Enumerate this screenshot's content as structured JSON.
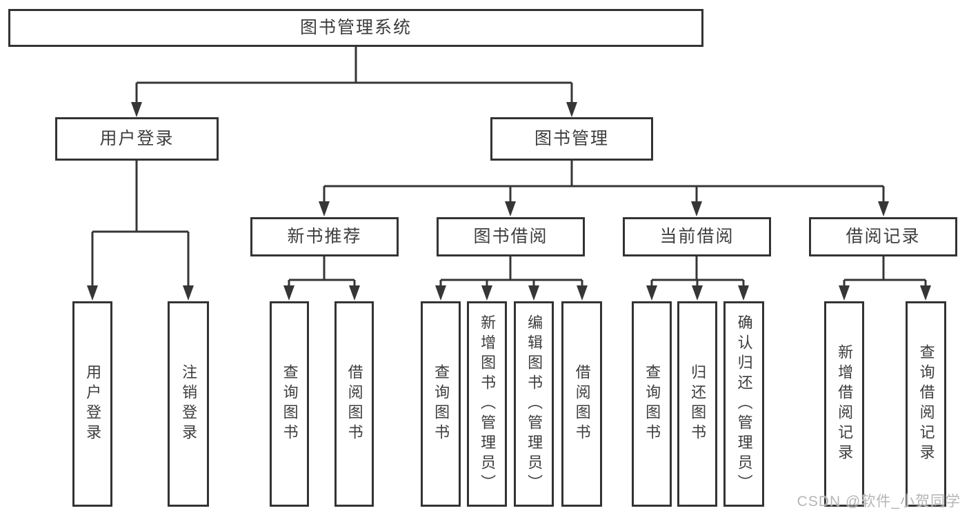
{
  "diagram": {
    "root": "图书管理系统",
    "branches": [
      {
        "label": "用户登录",
        "leaves": [
          "用户登录",
          "注销登录"
        ]
      },
      {
        "label": "图书管理",
        "groups": [
          {
            "label": "新书推荐",
            "leaves": [
              "查询图书",
              "借阅图书"
            ]
          },
          {
            "label": "图书借阅",
            "leaves": [
              "查询图书",
              "新增图书（管理员）",
              "编辑图书（管理员）",
              "借阅图书"
            ]
          },
          {
            "label": "当前借阅",
            "leaves": [
              "查询图书",
              "归还图书",
              "确认归还（管理员）"
            ]
          },
          {
            "label": "借阅记录",
            "leaves": [
              "新增借阅记录",
              "查询借阅记录"
            ]
          }
        ]
      }
    ]
  },
  "watermark": "CSDN @软件_小贺同学",
  "colors": {
    "background": "#ffffff",
    "line": "#363636",
    "box_border": "#333333",
    "text": "#3d3d3d",
    "watermark": "#b5b5b5"
  }
}
